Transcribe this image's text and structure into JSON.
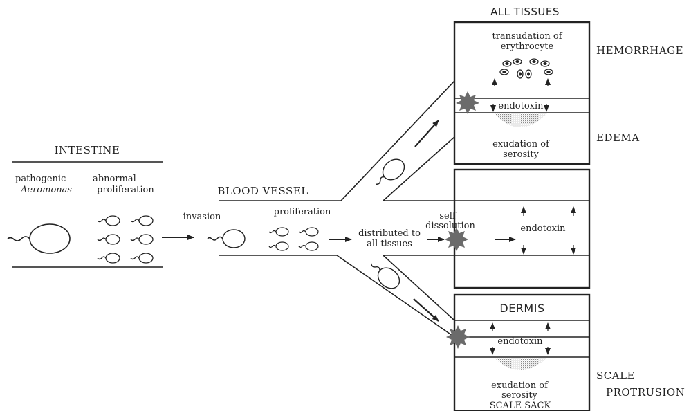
{
  "intestine": {
    "title": "INTESTINE",
    "pathogenic": "pathogenic",
    "species": "Aeromonas",
    "abnormal": "abnormal",
    "proliferation": "proliferation"
  },
  "invasion": "invasion",
  "blood_vessel": {
    "title": "BLOOD VESSEL",
    "proliferation": "proliferation",
    "distributed_line1": "distributed to",
    "distributed_line2": "all tissues"
  },
  "all_tissues": {
    "title": "ALL TISSUES",
    "transudation_line1": "transudation of",
    "transudation_line2": "erythrocyte",
    "hemorrhage": "HEMORRHAGE",
    "endotoxin": "endotoxin",
    "exudation_line1": "exudation of",
    "exudation_line2": "serosity",
    "edema": "EDEMA"
  },
  "middle": {
    "self": "self",
    "dissolution": "dissolution",
    "endotoxin": "endotoxin"
  },
  "dermis": {
    "title": "DERMIS",
    "endotoxin": "endotoxin",
    "exudation_line1": "exudation of",
    "exudation_line2": "serosity",
    "scale_sack": "SCALE SACK",
    "scale": "SCALE",
    "protrusion": "PROTRUSION"
  },
  "colors": {
    "line": "#222222",
    "thick_band": "#555555",
    "toxin": "#6b6b6b",
    "stipple": "#9a9a9a"
  }
}
